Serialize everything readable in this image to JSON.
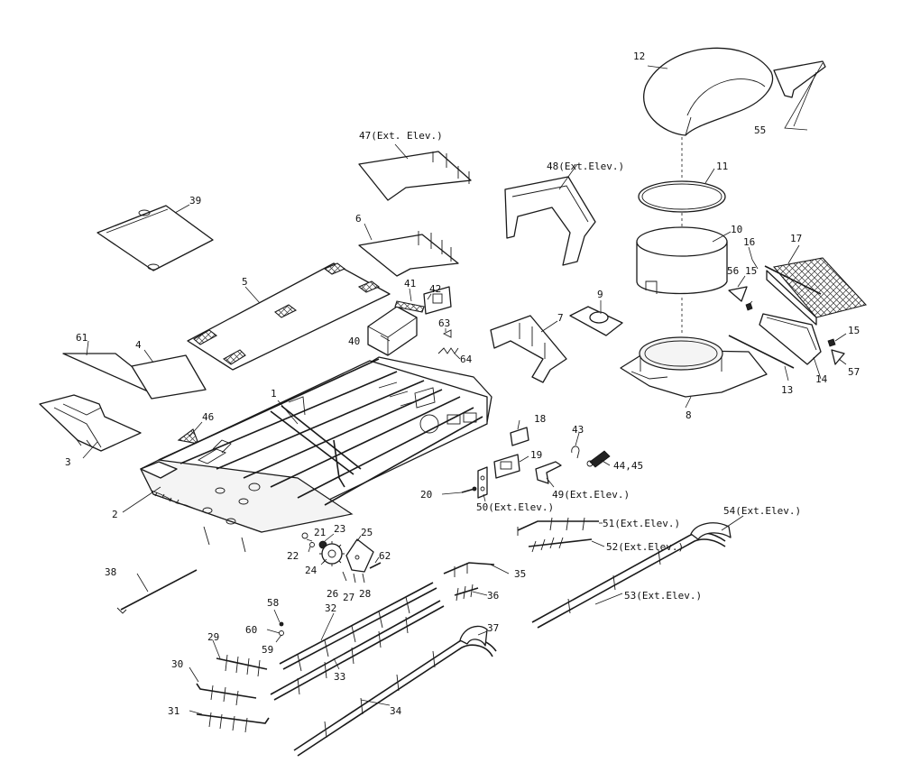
{
  "callouts": {
    "c1": "1",
    "c2": "2",
    "c3": "3",
    "c4": "4",
    "c5": "5",
    "c6": "6",
    "c7": "7",
    "c8": "8",
    "c9": "9",
    "c10": "10",
    "c11": "11",
    "c12": "12",
    "c13": "13",
    "c14": "14",
    "c15a": "15",
    "c15b": "15",
    "c16": "16",
    "c17": "17",
    "c18": "18",
    "c19": "19",
    "c20": "20",
    "c21": "21",
    "c22": "22",
    "c23": "23",
    "c24": "24",
    "c25": "25",
    "c26": "26",
    "c27": "27",
    "c28": "28",
    "c29": "29",
    "c30": "30",
    "c31": "31",
    "c32": "32",
    "c33": "33",
    "c34": "34",
    "c35": "35",
    "c36": "36",
    "c37": "37",
    "c38": "38",
    "c39": "39",
    "c40": "40",
    "c41": "41",
    "c42": "42",
    "c43": "43",
    "c44_45": "44,45",
    "c46": "46",
    "c47": "47(Ext. Elev.)",
    "c48": "48(Ext.Elev.)",
    "c49": "49(Ext.Elev.)",
    "c50": "50(Ext.Elev.)",
    "c51": "51(Ext.Elev.)",
    "c52": "52(Ext.Elev.)",
    "c53": "53(Ext.Elev.)",
    "c54": "54(Ext.Elev.)",
    "c55": "55",
    "c56": "56",
    "c57": "57",
    "c58": "58",
    "c59": "59",
    "c60": "60",
    "c61": "61",
    "c62": "62",
    "c63": "63",
    "c64": "64"
  }
}
